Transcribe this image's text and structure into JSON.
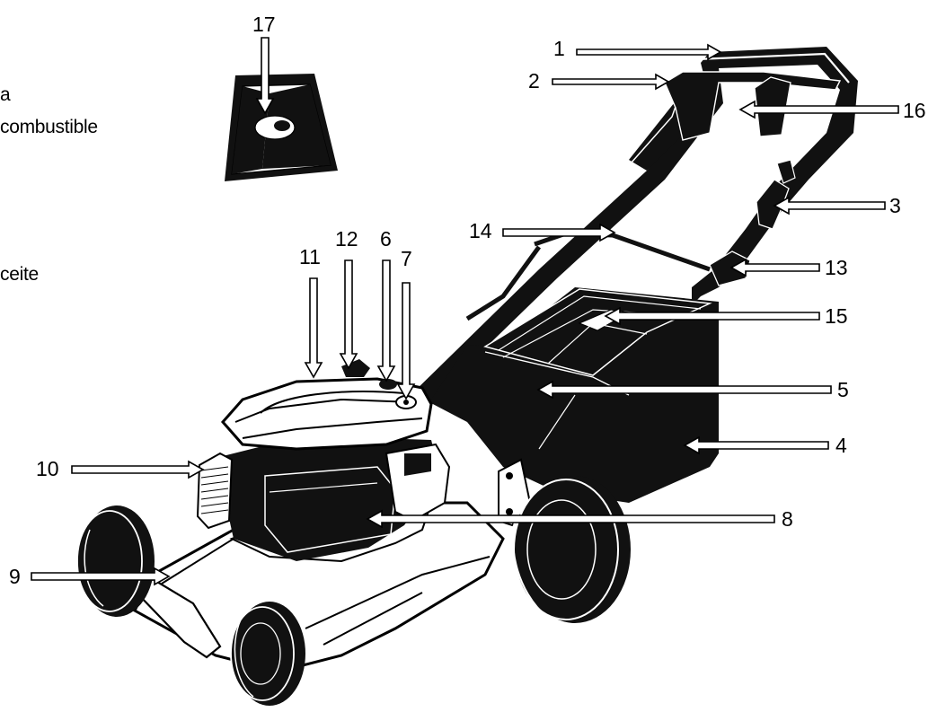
{
  "side_text": {
    "line1": "a",
    "line2": "combustible",
    "line3": "ceite"
  },
  "callouts": {
    "c1": "1",
    "c2": "2",
    "c3": "3",
    "c4": "4",
    "c5": "5",
    "c6": "6",
    "c7": "7",
    "c8": "8",
    "c9": "9",
    "c10": "10",
    "c11": "11",
    "c12": "12",
    "c13": "13",
    "c14": "14",
    "c15": "15",
    "c16": "16",
    "c17": "17"
  },
  "colors": {
    "ink": "#000000",
    "paper": "#ffffff"
  }
}
